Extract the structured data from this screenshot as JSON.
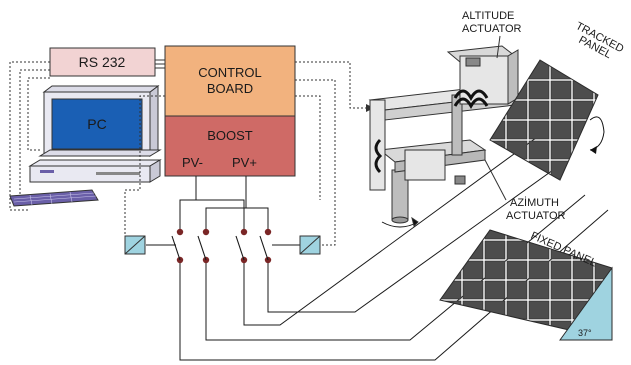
{
  "blocks": {
    "rs232": "RS 232",
    "pc": "PC",
    "control_line1": "CONTROL",
    "control_line2": "BOARD",
    "boost": "BOOST",
    "pv_minus": "PV-",
    "pv_plus": "PV+"
  },
  "labels": {
    "altitude_line1": "ALTITUDE",
    "altitude_line2": "ACTUATOR",
    "azimuth_line1": "AZİMUTH",
    "azimuth_line2": "ACTUATOR",
    "tracked_line1": "TRACKED",
    "tracked_line2": "PANEL",
    "fixed_panel": "FIXED PANEL",
    "tilt_angle": "37°"
  },
  "colors": {
    "rs232_fill": "#f2d3d3",
    "control_fill": "#f2b27e",
    "boost_fill": "#cf6a66",
    "relay_fill": "#9fd3e0",
    "pc_screen": "#1a5fb4",
    "pc_body": "#e9e9f2",
    "keyboard": "#6a5fa8",
    "panel_cell": "#4d4d4d",
    "fixed_triangle": "#9fd3e0"
  }
}
